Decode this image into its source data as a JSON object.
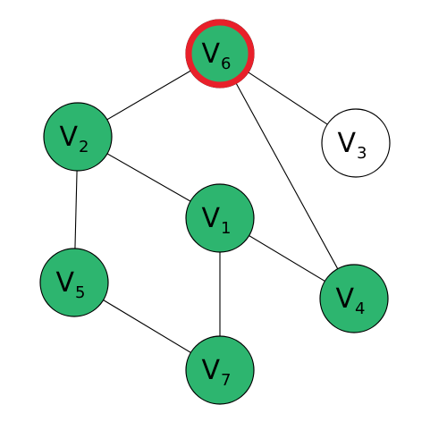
{
  "graph": {
    "colors": {
      "visited_fill": "#2db56f",
      "unvisited_fill": "#ffffff",
      "highlight_ring": "#e8202a"
    },
    "nodes": [
      {
        "id": "v6",
        "letter": "V",
        "index": "6",
        "state": "visited",
        "highlighted": true
      },
      {
        "id": "v2",
        "letter": "V",
        "index": "2",
        "state": "visited",
        "highlighted": false
      },
      {
        "id": "v3",
        "letter": "V",
        "index": "3",
        "state": "unvisited",
        "highlighted": false
      },
      {
        "id": "v1",
        "letter": "V",
        "index": "1",
        "state": "visited",
        "highlighted": false
      },
      {
        "id": "v5",
        "letter": "V",
        "index": "5",
        "state": "visited",
        "highlighted": false
      },
      {
        "id": "v4",
        "letter": "V",
        "index": "4",
        "state": "visited",
        "highlighted": false
      },
      {
        "id": "v7",
        "letter": "V",
        "index": "7",
        "state": "visited",
        "highlighted": false
      }
    ],
    "edges": [
      {
        "from": "v6",
        "to": "v2"
      },
      {
        "from": "v6",
        "to": "v3"
      },
      {
        "from": "v6",
        "to": "v4"
      },
      {
        "from": "v2",
        "to": "v1"
      },
      {
        "from": "v2",
        "to": "v5"
      },
      {
        "from": "v1",
        "to": "v4"
      },
      {
        "from": "v1",
        "to": "v7"
      },
      {
        "from": "v5",
        "to": "v7"
      }
    ]
  }
}
